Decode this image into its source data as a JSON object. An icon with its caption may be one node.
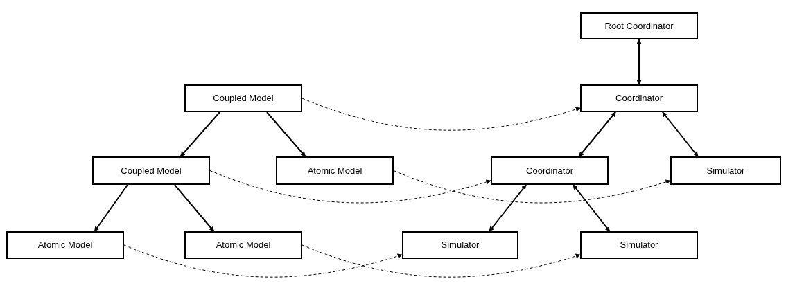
{
  "diagram": {
    "nodes": [
      {
        "text": [
          "Coupled Model"
        ]
      },
      {
        "text": [
          "Coupled Model"
        ]
      },
      {
        "text": [
          "Atomic Model"
        ]
      },
      {
        "text": [
          "Atomic Model"
        ]
      },
      {
        "text": [
          "Atomic Model"
        ]
      },
      {
        "text": [
          "Root Coordinator"
        ]
      },
      {
        "text": [
          "Coordinator"
        ]
      },
      {
        "text": [
          "Coordinator"
        ]
      },
      {
        "text": [
          "Simulator"
        ]
      },
      {
        "text": [
          "Simulator"
        ]
      },
      {
        "text": [
          "Simulator"
        ]
      }
    ],
    "edges": [
      {
        "from": 0,
        "to": 1,
        "arrow": "to"
      },
      {
        "from": 0,
        "to": 2,
        "arrow": "to"
      },
      {
        "from": 1,
        "to": 3,
        "arrow": "to"
      },
      {
        "from": 1,
        "to": 4,
        "arrow": "to"
      },
      {
        "from": 5,
        "to": 6,
        "arrow": "both"
      },
      {
        "from": 6,
        "to": 7,
        "arrow": "both"
      },
      {
        "from": 6,
        "to": 8,
        "arrow": "both"
      },
      {
        "from": 7,
        "to": 9,
        "arrow": "both"
      },
      {
        "from": 7,
        "to": 10,
        "arrow": "both"
      },
      {
        "from": 0,
        "to": 6,
        "arrow": "to",
        "style": "dashed"
      },
      {
        "from": 1,
        "to": 7,
        "arrow": "to",
        "style": "dashed"
      },
      {
        "from": 2,
        "to": 8,
        "arrow": "to",
        "style": "dashed"
      },
      {
        "from": 3,
        "to": 9,
        "arrow": "to",
        "style": "dashed"
      },
      {
        "from": 4,
        "to": 10,
        "arrow": "to",
        "style": "dashed"
      }
    ]
  }
}
